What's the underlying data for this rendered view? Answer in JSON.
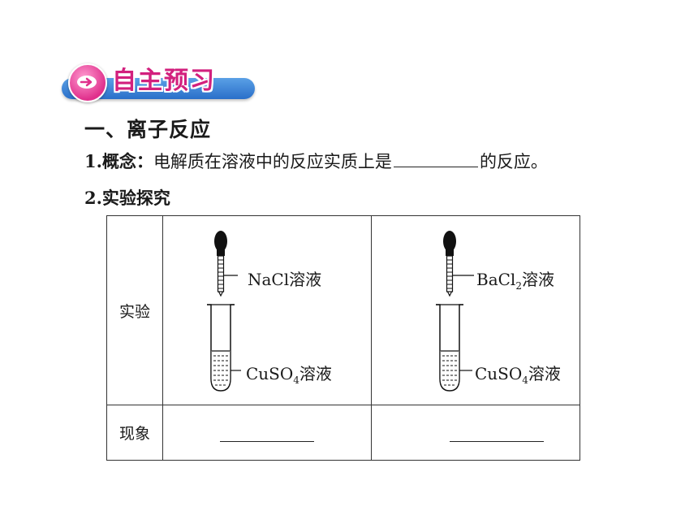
{
  "banner": {
    "title": "自主预习",
    "icon": "arrow-right-icon"
  },
  "section": {
    "heading": "一、离子反应"
  },
  "concept": {
    "label": "1.概念：",
    "text_before": "电解质在溶液中的反应实质上是",
    "text_after": "的反应。"
  },
  "explore": {
    "heading": "2.实验探究"
  },
  "table": {
    "row_labels": [
      "实验",
      "现象"
    ],
    "experiments": [
      {
        "dropper_name": "NaCl",
        "dropper_sub": "",
        "dropper_suffix": "溶液",
        "tube_name": "CuSO",
        "tube_sub": "4",
        "tube_suffix": "溶液"
      },
      {
        "dropper_name": "BaCl",
        "dropper_sub": "2",
        "dropper_suffix": "溶液",
        "tube_name": "CuSO",
        "tube_sub": "4",
        "tube_suffix": "溶液"
      }
    ]
  },
  "colors": {
    "banner_blue": "#2a6fc9",
    "banner_pink": "#d2207e"
  }
}
